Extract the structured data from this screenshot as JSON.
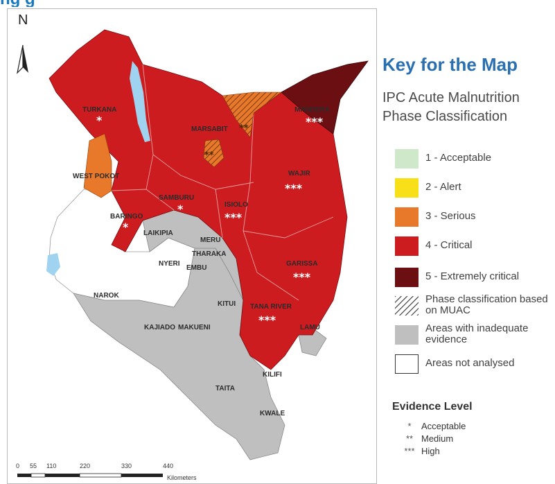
{
  "heading": "ng      g",
  "map": {
    "north_label": "N",
    "regions": [
      {
        "id": "turkana",
        "label": "TURKANA",
        "stars": "*"
      },
      {
        "id": "marsabit",
        "label": "MARSABIT",
        "stars": "**"
      },
      {
        "id": "mandera",
        "label": "MANDERA",
        "stars": "***"
      },
      {
        "id": "west-pokot",
        "label": "WEST POKOT",
        "stars": ""
      },
      {
        "id": "wajir",
        "label": "WAJIR",
        "stars": "***"
      },
      {
        "id": "samburu",
        "label": "SAMBURU",
        "stars": "*"
      },
      {
        "id": "isiolo",
        "label": "ISIOLO",
        "stars": "***"
      },
      {
        "id": "baringo",
        "label": "BARINGO",
        "stars": "*"
      },
      {
        "id": "laikipia",
        "label": "LAIKIPIA",
        "stars": ""
      },
      {
        "id": "meru",
        "label": "MERU",
        "stars": ""
      },
      {
        "id": "tharaka",
        "label": "THARAKA",
        "stars": ""
      },
      {
        "id": "nyeri",
        "label": "NYERI",
        "stars": ""
      },
      {
        "id": "embu",
        "label": "EMBU",
        "stars": ""
      },
      {
        "id": "garissa",
        "label": "GARISSA",
        "stars": "***"
      },
      {
        "id": "narok",
        "label": "NAROK",
        "stars": ""
      },
      {
        "id": "kitui",
        "label": "KITUI",
        "stars": ""
      },
      {
        "id": "tana-river",
        "label": "TANA RIVER",
        "stars": "***"
      },
      {
        "id": "kajiado",
        "label": "KAJIADO",
        "stars": ""
      },
      {
        "id": "makueni",
        "label": "MAKUENI",
        "stars": ""
      },
      {
        "id": "lamu",
        "label": "LAMU",
        "stars": ""
      },
      {
        "id": "taita",
        "label": "TAITA",
        "stars": ""
      },
      {
        "id": "kilifi",
        "label": "KILIFI",
        "stars": ""
      },
      {
        "id": "kwale",
        "label": "KWALE",
        "stars": ""
      }
    ],
    "marsabit_inner_stars": "**",
    "scale": {
      "ticks": [
        "0",
        "55",
        "110",
        "220",
        "330",
        "440"
      ],
      "unit": "Kilometers"
    }
  },
  "legend": {
    "title": "Key for the Map",
    "subtitle_line1": "IPC Acute Malnutrition",
    "subtitle_line2": "Phase Classification",
    "items": [
      {
        "label": "1 - Acceptable",
        "color": "#cfe8c9"
      },
      {
        "label": "2 - Alert",
        "color": "#f7e017"
      },
      {
        "label": "3 - Serious",
        "color": "#e8792a"
      },
      {
        "label": "4 - Critical",
        "color": "#cc1c20"
      },
      {
        "label": "5 - Extremely critical",
        "color": "#6b0f12"
      },
      {
        "label": "Phase classification based on MUAC",
        "color": "hatch"
      },
      {
        "label": "Areas with inadequate evidence",
        "color": "#bfbfbf"
      },
      {
        "label": "Areas not analysed",
        "color": "#ffffff"
      }
    ],
    "evidence_title": "Evidence Level",
    "evidence": [
      {
        "stars": "*",
        "label": "Acceptable"
      },
      {
        "stars": "**",
        "label": "Medium"
      },
      {
        "stars": "***",
        "label": "High"
      }
    ]
  },
  "colors": {
    "critical": "#cc1c20",
    "extremely_critical": "#6b0f12",
    "serious": "#e8792a",
    "inadequate": "#bfbfbf",
    "lake": "#9fd3ef",
    "accent": "#1a7abf"
  }
}
